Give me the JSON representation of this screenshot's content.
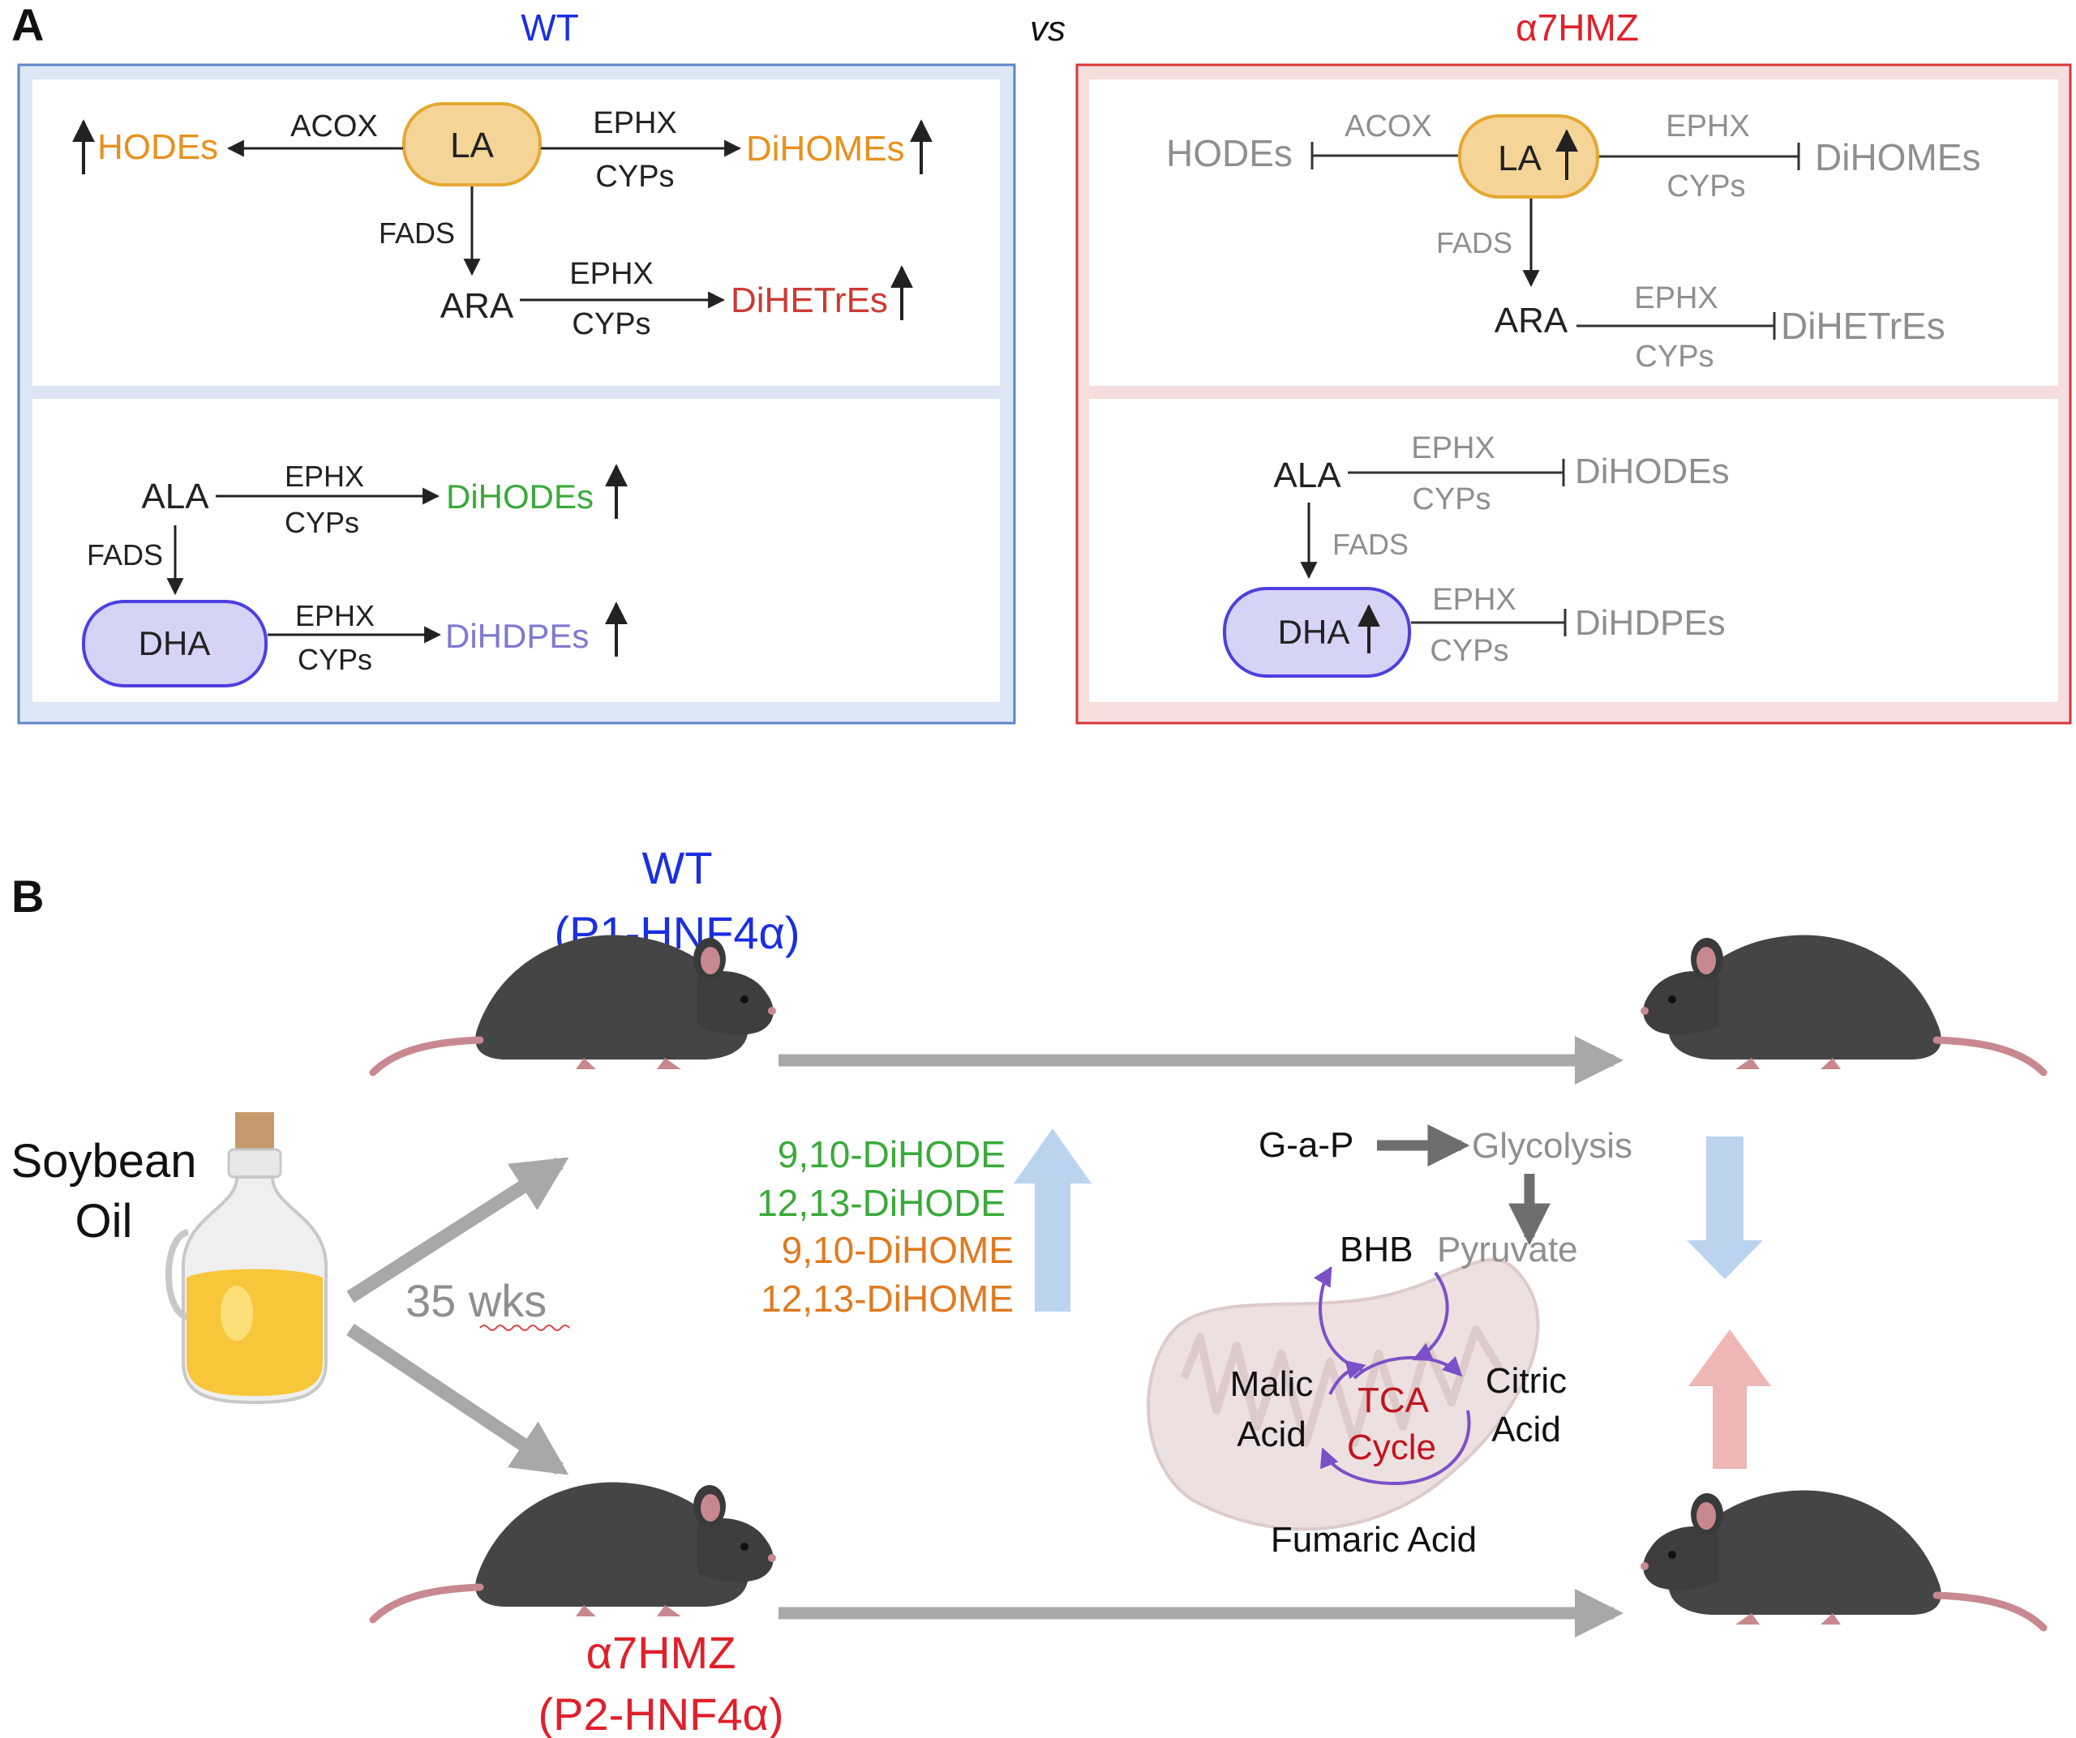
{
  "panel_a": {
    "label": "A",
    "wt_title": "WT",
    "vs": "vs",
    "ko_title": "α7HMZ",
    "wt_top": {
      "acox": "ACOX",
      "la": "LA",
      "hodes": "HODEs",
      "ephx1": "EPHX",
      "cyps1": "CYPs",
      "dihomes": "DiHOMEs",
      "fads": "FADS",
      "ara": "ARA",
      "ephx2": "EPHX",
      "cyps2": "CYPs",
      "dihetres": "DiHETrEs"
    },
    "wt_bottom": {
      "ala": "ALA",
      "ephx1": "EPHX",
      "cyps1": "CYPs",
      "dihodes": "DiHODEs",
      "fads": "FADS",
      "dha": "DHA",
      "ephx2": "EPHX",
      "cyps2": "CYPs",
      "dihdpes": "DiHDPEs"
    },
    "ko_top": {
      "hodes": "HODEs",
      "acox": "ACOX",
      "la": "LA",
      "ephx1": "EPHX",
      "cyps1": "CYPs",
      "dihomes": "DiHOMEs",
      "fads": "FADS",
      "ara": "ARA",
      "ephx2": "EPHX",
      "cyps2": "CYPs",
      "dihetres": "DiHETrEs"
    },
    "ko_bottom": {
      "ala": "ALA",
      "ephx1": "EPHX",
      "cyps1": "CYPs",
      "dihodes": "DiHODEs",
      "fads": "FADS",
      "dha": "DHA",
      "ephx2": "EPHX",
      "cyps2": "CYPs",
      "dihdpes": "DiHDPEs"
    }
  },
  "panel_b": {
    "label": "B",
    "wt_name": "WT",
    "wt_isoform": "(P1-HNF4α)",
    "ko_name": "α7HMZ",
    "ko_isoform": "(P2-HNF4α)",
    "oil_line1": "Soybean",
    "oil_line2": "Oil",
    "duration": "35 wks",
    "metabolites": [
      "9,10-DiHODE",
      "12,13-DiHODE",
      "9,10-DiHOME",
      "12,13-DiHOME"
    ],
    "gap": "G-a-P",
    "glycolysis": "Glycolysis",
    "bhb": "BHB",
    "pyruvate": "Pyruvate",
    "malic1": "Malic",
    "malic2": "Acid",
    "tca1": "TCA",
    "tca2": "Cycle",
    "citric1": "Citric",
    "citric2": "Acid",
    "fumaric": "Fumaric Acid"
  },
  "colors": {
    "wt_blue": "#1a2fe0",
    "ko_red": "#e0202a",
    "orange": "#e8901e",
    "dark_red": "#cc3a32",
    "green": "#3aaa3a",
    "purple": "#8078d0",
    "gray": "#8f8f8f",
    "light_blue_arrow": "#bcd3f0",
    "light_red_arrow": "#efb6b6",
    "tca_red": "#c0141e"
  }
}
